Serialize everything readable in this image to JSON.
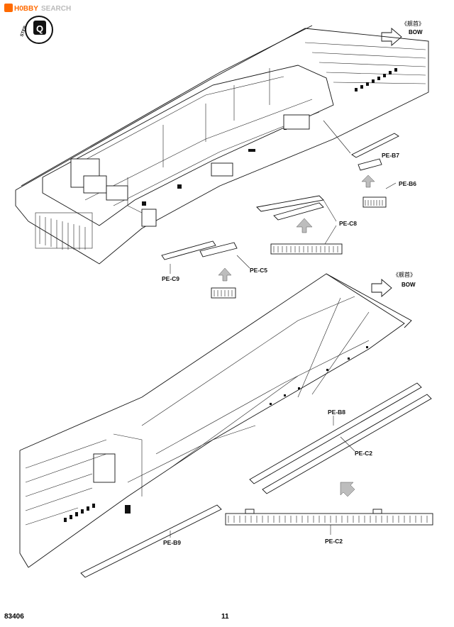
{
  "watermark": {
    "brand_hobby": "H0BBY",
    "brand_search": "SEARCH"
  },
  "step": {
    "number": "Q",
    "label": "STEP"
  },
  "bow_labels": [
    {
      "cjk": "《舰首》",
      "en": "BOW"
    },
    {
      "cjk": "《舰首》",
      "en": "BOW"
    }
  ],
  "parts": {
    "pe_b7": "PE-B7",
    "pe_b6": "PE-B6",
    "pe_c8": "PE-C8",
    "pe_c9": "PE-C9",
    "pe_c5": "PE-C5",
    "pe_b8": "PE-B8",
    "pe_c2": "PE-C2",
    "pe_c2_detail": "PE-C2",
    "pe_b9": "PE-B9"
  },
  "footer": {
    "kit_number": "83406",
    "page_number": "11"
  },
  "colors": {
    "line": "#111111",
    "arrow_fill": "#bdbdbd",
    "paper": "#ffffff"
  }
}
